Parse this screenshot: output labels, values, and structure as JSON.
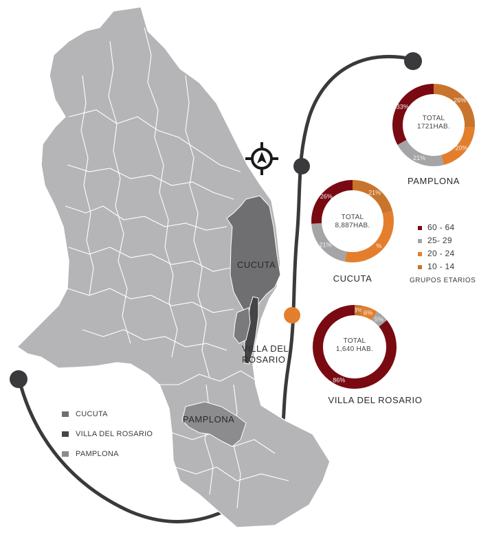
{
  "colors": {
    "age_60_64": "#7a0a12",
    "age_25_29": "#a5a5a7",
    "age_20_24": "#e37e2c",
    "age_10_14": "#c9742c",
    "map_base": "#b5b5b7",
    "map_cucuta": "#6f6f71",
    "map_villa": "#454547",
    "map_pamplona": "#8c8c8e",
    "timeline": "#3a3a3c",
    "orange_node": "#e37e2c"
  },
  "icons": [
    "compass-icon"
  ],
  "map": {
    "labels": {
      "cucuta": "CUCUTA",
      "villa_line1": "VILLA DEL",
      "villa_line2": "ROSARIO",
      "pamplona": "PAMPLONA"
    },
    "legend": [
      {
        "label": "CUCUTA",
        "color": "#6f6f71"
      },
      {
        "label": "VILLA DEL ROSARIO",
        "color": "#454547"
      },
      {
        "label": "PAMPLONA",
        "color": "#8c8c8e"
      }
    ]
  },
  "age_legend": {
    "title": "GRUPOS ETARIOS",
    "items": [
      {
        "label": "60 - 64",
        "color": "#7a0a12"
      },
      {
        "label": "25- 29",
        "color": "#a5a5a7"
      },
      {
        "label": "20 - 24",
        "color": "#e37e2c"
      },
      {
        "label": "10 - 14",
        "color": "#c9742c"
      }
    ]
  },
  "chart_data": [
    {
      "type": "pie",
      "name": "PAMPLONA",
      "total_line1": "TOTAL",
      "total_line2": "1721HAB.",
      "categories": [
        "10 - 14",
        "20 - 24",
        "25- 29",
        "60 - 64"
      ],
      "values": [
        26,
        20,
        21,
        33
      ],
      "labels": [
        "26%",
        "20%",
        "21%",
        "33%"
      ]
    },
    {
      "type": "pie",
      "name": "CUCUTA",
      "total_line1": "TOTAL",
      "total_line2": "8,887HAB.",
      "categories": [
        "10 - 14",
        "20 - 24",
        "25- 29",
        "60 - 64"
      ],
      "values": [
        21,
        32,
        21,
        26
      ],
      "labels": [
        "21%",
        "%",
        "21%",
        "26%"
      ]
    },
    {
      "type": "pie",
      "name": "VILLA DEL ROSARIO",
      "total_line1": "TOTAL",
      "total_line2": "1,640 HAB.",
      "categories": [
        "10 - 14",
        "20 - 24",
        "25- 29",
        "60 - 64"
      ],
      "values": [
        3,
        6,
        5,
        86
      ],
      "labels": [
        "3%",
        "6%",
        "5%",
        "86%"
      ]
    }
  ]
}
